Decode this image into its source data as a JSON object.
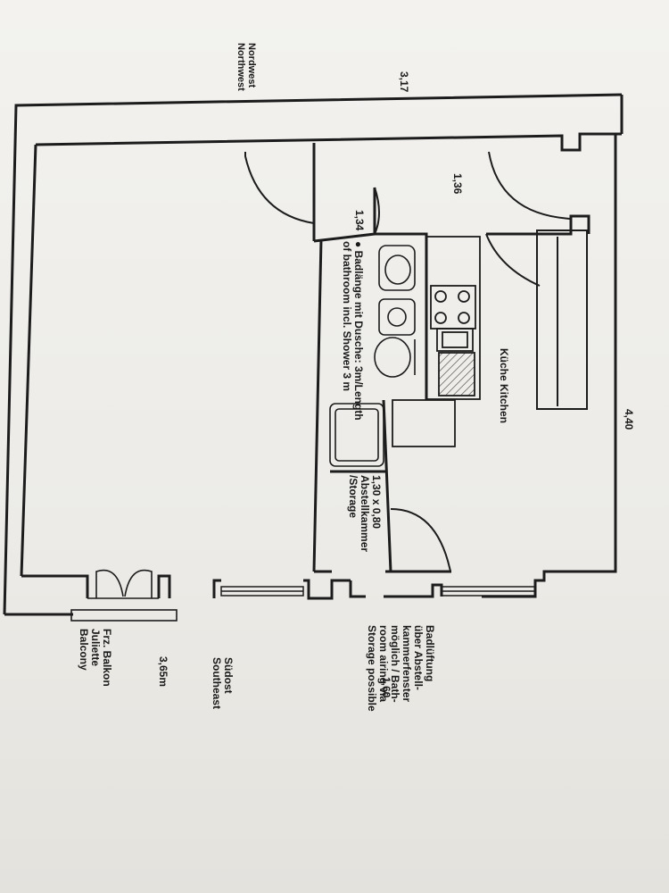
{
  "directions": {
    "northwest_de": "Nordwest",
    "northwest_en": "Northwest",
    "southeast_de": "Südost",
    "southeast_en": "Southeast"
  },
  "dimensions": {
    "top_width": "3,17",
    "hall_width": "1,36",
    "hall_depth": "1,34",
    "kitchen_length": "4,40",
    "room_width": "3,65m",
    "storage_width": "1,60",
    "storage_size": "1,30 x 0,80"
  },
  "rooms": {
    "kitchen": "Küche Kitchen",
    "storage_de": "Abstellkammer",
    "storage_en": "/Storage",
    "bathroom_line1": "● Badlänge mit Dusche: 3m/Length",
    "bathroom_line2": "of bathroom incl. Shower 3 m"
  },
  "balcony": {
    "line1": "Frz. Balkon",
    "line2": "Juliette",
    "line3": "Balcony"
  },
  "note": {
    "line1": "Badlüftung",
    "line2": "über Abstell-",
    "line3": "kammerfenster",
    "line4": "möglich / Bath-",
    "line5": "room airing via",
    "line6": "Storage possible"
  },
  "colors": {
    "line": "#1c1c1c",
    "paper": "#efeeea"
  }
}
